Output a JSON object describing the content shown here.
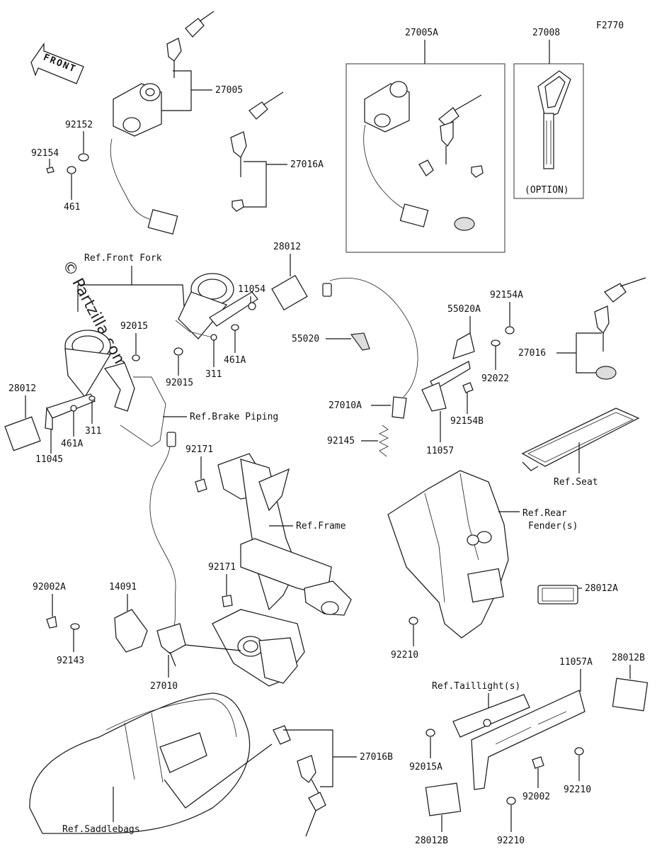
{
  "diagram_code": "F2770",
  "front_label": "FRONT",
  "watermark": "© Partzilla.com",
  "option_label": "(OPTION)",
  "labels": {
    "p27005": "27005",
    "p27005A": "27005A",
    "p27008": "27008",
    "p92152": "92152",
    "p92154_top": "92154",
    "p461_top": "461",
    "p27016A": "27016A",
    "p28012_top": "28012",
    "p11054": "11054",
    "ref_front_fork": "Ref.Front Fork",
    "p92015_a": "92015",
    "p92015_b": "92015",
    "p311_a": "311",
    "p461A_a": "461A",
    "p28012_left": "28012",
    "p461A_b": "461A",
    "p311_b": "311",
    "p11045": "11045",
    "ref_brake_piping": "Ref.Brake Piping",
    "p55020": "55020",
    "p55020A": "55020A",
    "p92154A": "92154A",
    "p92022": "92022",
    "p27016": "27016",
    "p27010A": "27010A",
    "p92154B": "92154B",
    "p92145": "92145",
    "p11057": "11057",
    "ref_seat": "Ref.Seat",
    "p92171_a": "92171",
    "ref_frame": "Ref.Frame",
    "ref_rear_fender_1": "Ref.Rear",
    "ref_rear_fender_2": "Fender(s)",
    "p92171_b": "92171",
    "p92002A": "92002A",
    "p14091": "14091",
    "p92143": "92143",
    "p27010": "27010",
    "p28012A": "28012A",
    "p92210_a": "92210",
    "ref_taillight": "Ref.Taillight(s)",
    "p11057A": "11057A",
    "p28012B_a": "28012B",
    "p27016B": "27016B",
    "p92015A": "92015A",
    "p92002": "92002",
    "p92210_b": "92210",
    "ref_saddlebags": "Ref.Saddlebags",
    "p28012B_b": "28012B",
    "p92210_c": "92210"
  }
}
